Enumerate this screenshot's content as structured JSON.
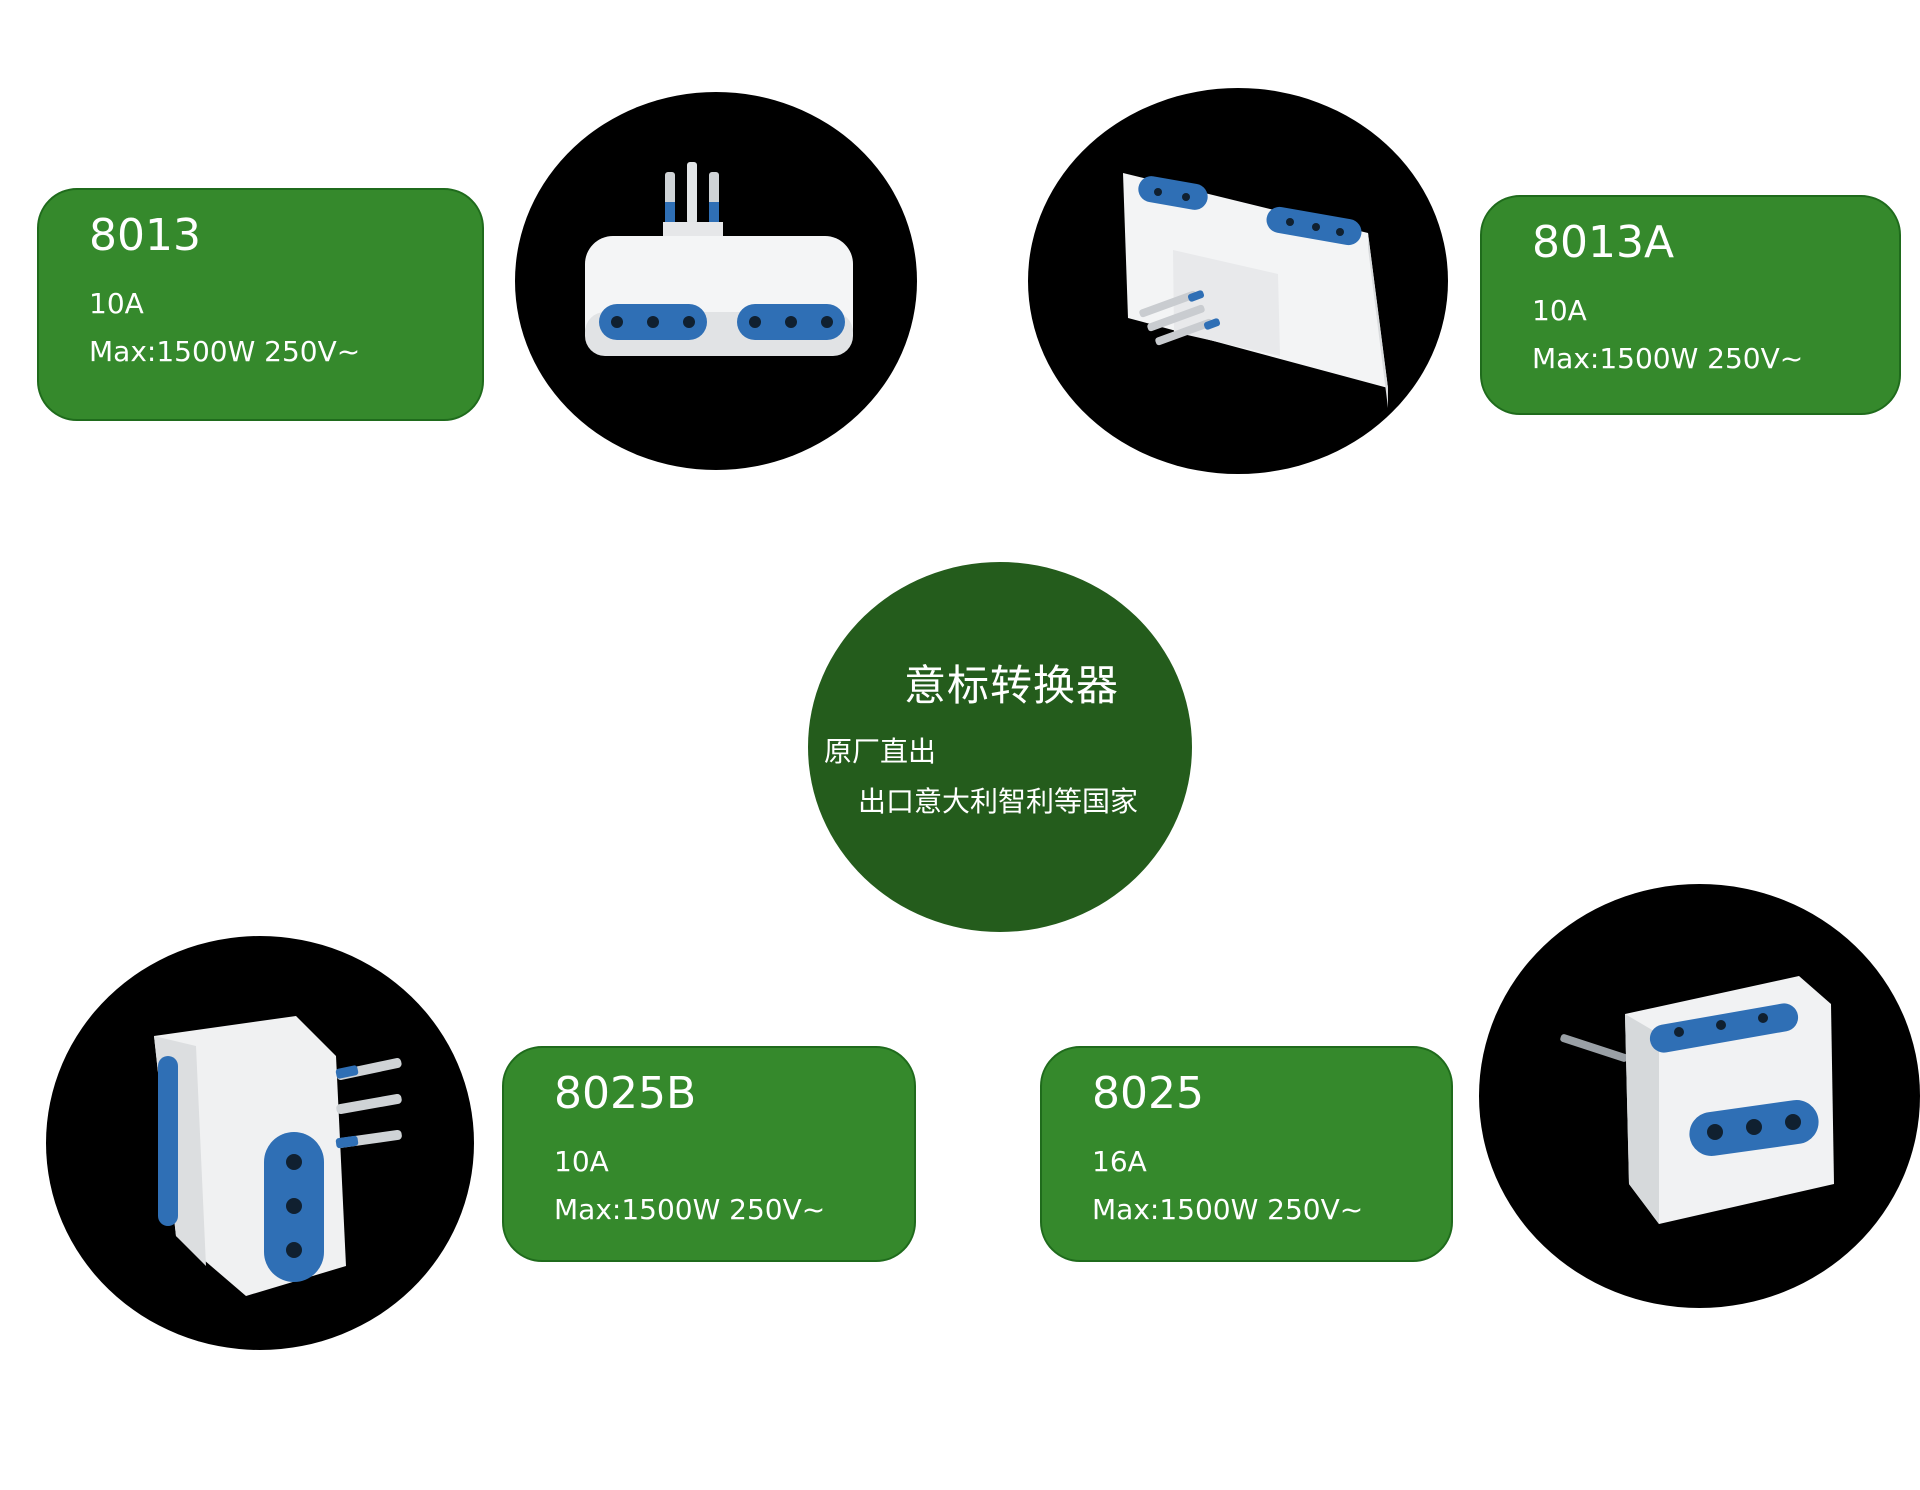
{
  "colors": {
    "card_green": "#35892c",
    "hub_green": "#245c1c",
    "socket_blue": "#2f6fb5",
    "background": "#ffffff"
  },
  "hub": {
    "title": "意标转换器",
    "line1": "原厂直出",
    "line2": "出口意大利智利等国家"
  },
  "products": [
    {
      "model": "8013",
      "current": "10A",
      "power": "Max:1500W 250V~"
    },
    {
      "model": "8013A",
      "current": "10A",
      "power": "Max:1500W 250V~"
    },
    {
      "model": "8025B",
      "current": "10A",
      "power": "Max:1500W 250V~"
    },
    {
      "model": "8025",
      "current": "16A",
      "power": "Max:1500W 250V~"
    }
  ]
}
